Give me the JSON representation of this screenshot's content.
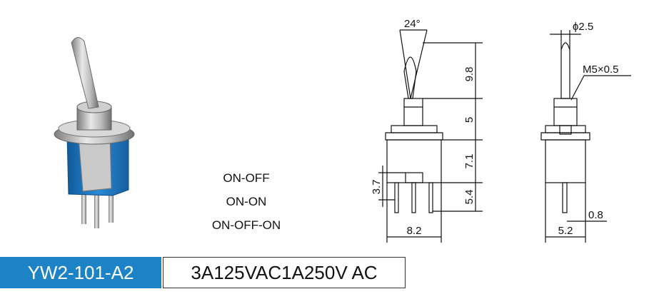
{
  "switch_modes": [
    "ON-OFF",
    "ON-ON",
    "ON-OFF-ON"
  ],
  "dimensions": {
    "lever_angle": "24°",
    "lever_diameter": "ϕ2.5",
    "thread": "M5×0.5",
    "lever_length": "9.8",
    "bushing_height": "5",
    "body_height": "7.1",
    "terminal_length": "5.4",
    "terminal_offset": "3.7",
    "body_width": "8.2",
    "side_width": "5.2",
    "terminal_thickness": "0.8"
  },
  "footer": {
    "model": "YW2-101-A2",
    "rating": "3A125VAC1A250V AC"
  },
  "colors": {
    "model_bg": "#1c83c6",
    "switch_body": "#1b78c0",
    "metal": "#b9b9b9"
  }
}
